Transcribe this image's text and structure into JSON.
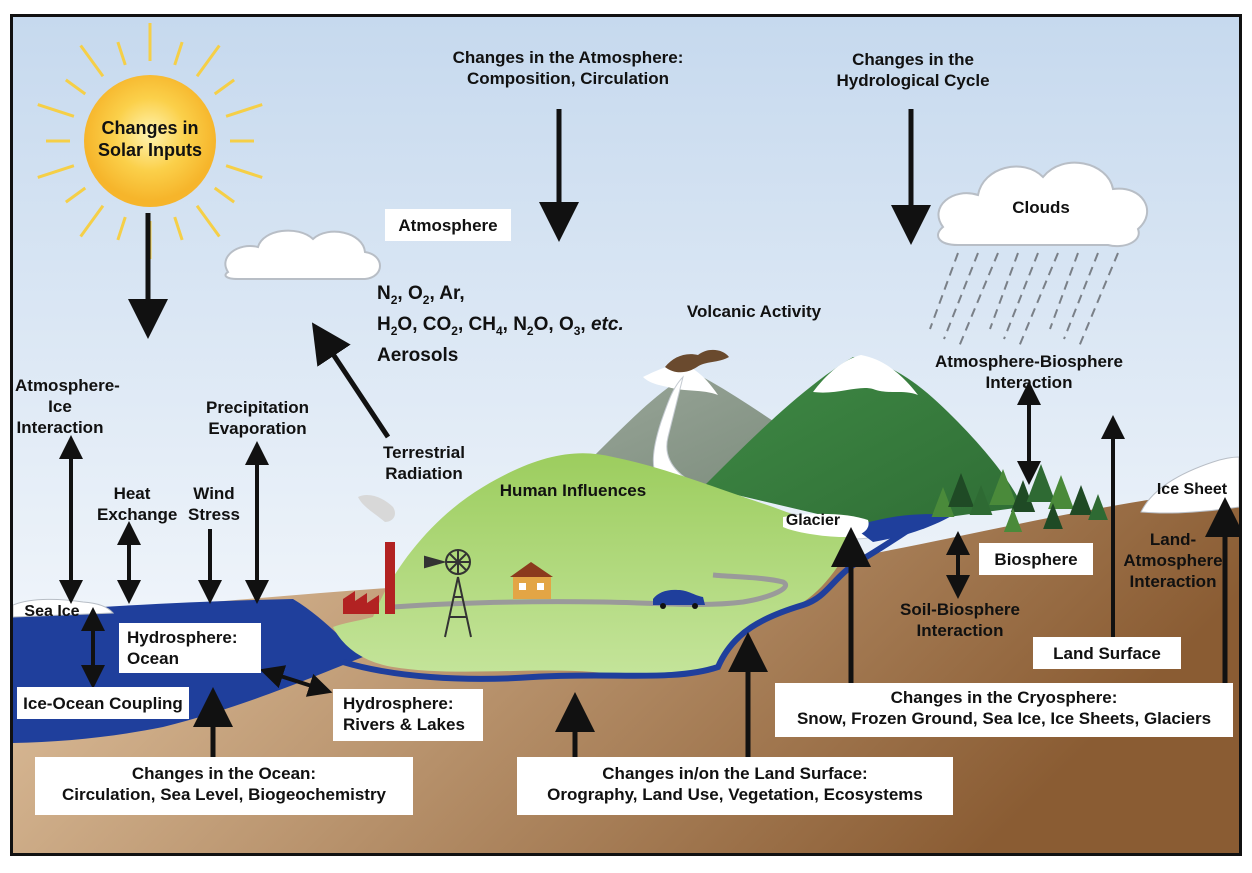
{
  "colors": {
    "sky_top": "#c6d9ee",
    "sky_bottom": "#ffffff",
    "ocean": "#1f3f9c",
    "ground_light": "#e6c9a6",
    "ground_dark": "#8a5c33",
    "hill_green": "#a9d46e",
    "mountain_green": "#2f6d35",
    "mountain_gray": "#7b8b7b",
    "sun_core": "#f6b52b",
    "sun_rays": "#f5cf47"
  },
  "labels": {
    "solar": [
      "Changes in",
      "Solar Inputs"
    ],
    "atmosphere_changes": [
      "Changes in the Atmosphere:",
      "Composition, Circulation"
    ],
    "hydro_changes": [
      "Changes in the",
      "Hydrological Cycle"
    ],
    "atmosphere": "Atmosphere",
    "clouds": "Clouds",
    "aerosols": "Aerosols",
    "volcanic": "Volcanic Activity",
    "atm_bio": [
      "Atmosphere-Biosphere",
      "Interaction"
    ],
    "atm_ice": [
      "Atmosphere-",
      "Ice",
      "Interaction"
    ],
    "precip": [
      "Precipitation",
      "Evaporation"
    ],
    "heat": [
      "Heat",
      "Exchange"
    ],
    "wind": [
      "Wind",
      "Stress"
    ],
    "terrestrial": [
      "Terrestrial",
      "Radiation"
    ],
    "human": "Human Influences",
    "glacier": "Glacier",
    "ice_sheet": "Ice Sheet",
    "sea_ice": "Sea Ice",
    "hydro_ocean": [
      "Hydrosphere:",
      "Ocean"
    ],
    "biosphere": "Biosphere",
    "land_atm": [
      "Land-",
      "Atmosphere",
      "Interaction"
    ],
    "soil_bio": [
      "Soil-Biosphere",
      "Interaction"
    ],
    "land_surface": "Land Surface",
    "ice_ocean": "Ice-Ocean Coupling",
    "hydro_rivers": [
      "Hydrosphere:",
      "Rivers & Lakes"
    ],
    "cryo_changes": [
      "Changes in the Cryosphere:",
      "Snow, Frozen Ground, Sea Ice, Ice Sheets, Glaciers"
    ],
    "ocean_changes": [
      "Changes in the Ocean:",
      "Circulation, Sea Level, Biogeochemistry"
    ],
    "land_changes": [
      "Changes in/on the Land Surface:",
      "Orography, Land Use, Vegetation, Ecosystems"
    ]
  },
  "chem": {
    "line1": [
      [
        "N",
        "2"
      ],
      [
        ", O",
        "2"
      ],
      [
        ",  Ar,",
        ""
      ]
    ],
    "line2": [
      [
        "H",
        "2"
      ],
      [
        "O, CO",
        "2"
      ],
      [
        ", CH",
        "4"
      ],
      [
        ", N",
        "2"
      ],
      [
        "O, O",
        "3"
      ],
      [
        ", ",
        ""
      ]
    ],
    "etc": "etc."
  }
}
